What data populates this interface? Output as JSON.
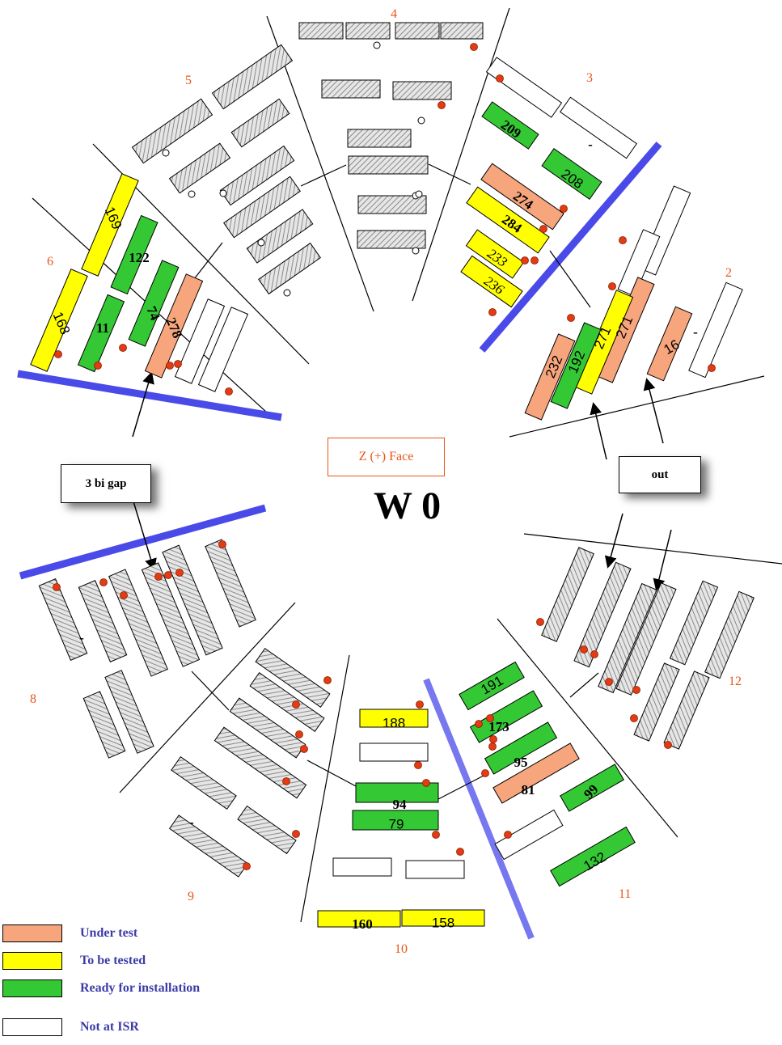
{
  "colors": {
    "under_test": "#f7a57c",
    "to_be_tested": "#ffff00",
    "ready": "#35c835",
    "not_at_isr": "#ffffff",
    "hatched": "#bdbdbd",
    "sector_number": "#e8551a",
    "blue_bar": "#4a4ae8",
    "dot": "#e33b12",
    "legend_text": "#3c3ca8"
  },
  "title": "W 0",
  "face_label": "Z (+) Face",
  "callouts": {
    "left": "3 bi gap",
    "right": "out"
  },
  "sector_numbers": [
    "2",
    "3",
    "4",
    "5",
    "6",
    "8",
    "9",
    "10",
    "11",
    "12"
  ],
  "chamber_labels": [
    "209",
    "208",
    "274",
    "284",
    "233",
    "236",
    "232",
    "192",
    "271",
    "271",
    "16",
    "169",
    "122",
    "168",
    "11",
    "74",
    "278",
    "191",
    "173",
    "95",
    "81",
    "99",
    "132",
    "188",
    "94",
    "79",
    "160",
    "158",
    "-",
    "-",
    "-",
    "-"
  ],
  "legend": [
    {
      "label": "Under test",
      "status": "under_test"
    },
    {
      "label": "To be tested",
      "status": "to_be_tested"
    },
    {
      "label": "Ready for installation",
      "status": "ready"
    },
    {
      "label": "Not at ISR",
      "status": "not_at_isr"
    }
  ]
}
